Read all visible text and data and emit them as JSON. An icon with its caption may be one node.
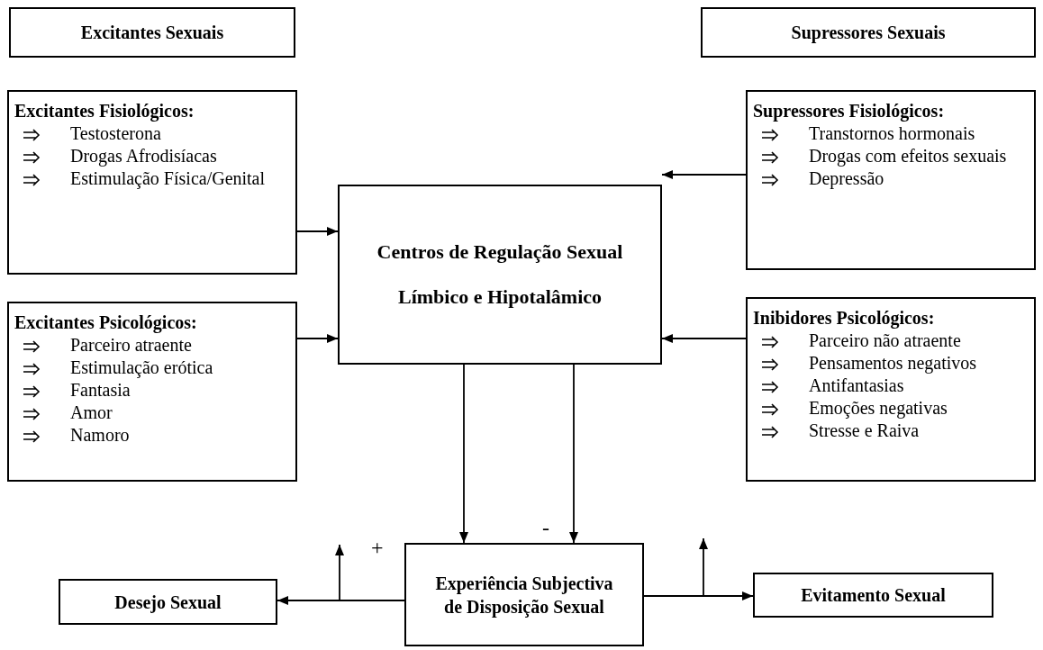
{
  "diagram": {
    "nodes": [
      {
        "text": [
          "Excitantes Sexuais"
        ]
      },
      {
        "text": [
          "Supressores Sexuais"
        ]
      },
      {
        "text": [
          "Excitantes Fisiológicos:",
          "Testosterona",
          "Drogas Afrodisíacas",
          "Estimulação Física/Genital"
        ]
      },
      {
        "text": [
          "Excitantes Psicológicos:",
          "Parceiro atraente",
          "Estimulação erótica",
          "Fantasia",
          "Amor",
          "Namoro"
        ]
      },
      {
        "text": [
          "Centros de Regulação Sexual Límbico e Hipotalâmico"
        ]
      },
      {
        "text": [
          "Supressores Fisiológicos:",
          "Transtornos hormonais",
          "Drogas com efeitos sexuais",
          "Depressão"
        ]
      },
      {
        "text": [
          "Inibidores Psicológicos:",
          "Parceiro não atraente",
          "Pensamentos negativos",
          "Antifantasias",
          "Emoções negativas",
          "Stresse e Raiva"
        ]
      },
      {
        "text": [
          "Experiência Subjectiva de Disposição Sexual"
        ]
      },
      {
        "text": [
          "Desejo Sexual"
        ]
      },
      {
        "text": [
          "Evitamento Sexual"
        ]
      }
    ],
    "edges": [
      {
        "from": 2,
        "to": 4,
        "arrow": "to"
      },
      {
        "from": 3,
        "to": 4,
        "arrow": "to"
      },
      {
        "from": 5,
        "to": 4,
        "arrow": "to"
      },
      {
        "from": 6,
        "to": 4,
        "arrow": "to"
      },
      {
        "from": 4,
        "to": 7,
        "arrow": "to",
        "label": "+"
      },
      {
        "from": 4,
        "to": 7,
        "arrow": "to",
        "label": "-"
      },
      {
        "from": 7,
        "to": 8,
        "arrow": "to"
      },
      {
        "from": 7,
        "to": 9,
        "arrow": "to"
      },
      {
        "from": 7,
        "to": null,
        "arrow": "to"
      },
      {
        "from": 7,
        "to": null,
        "arrow": "to"
      }
    ]
  }
}
